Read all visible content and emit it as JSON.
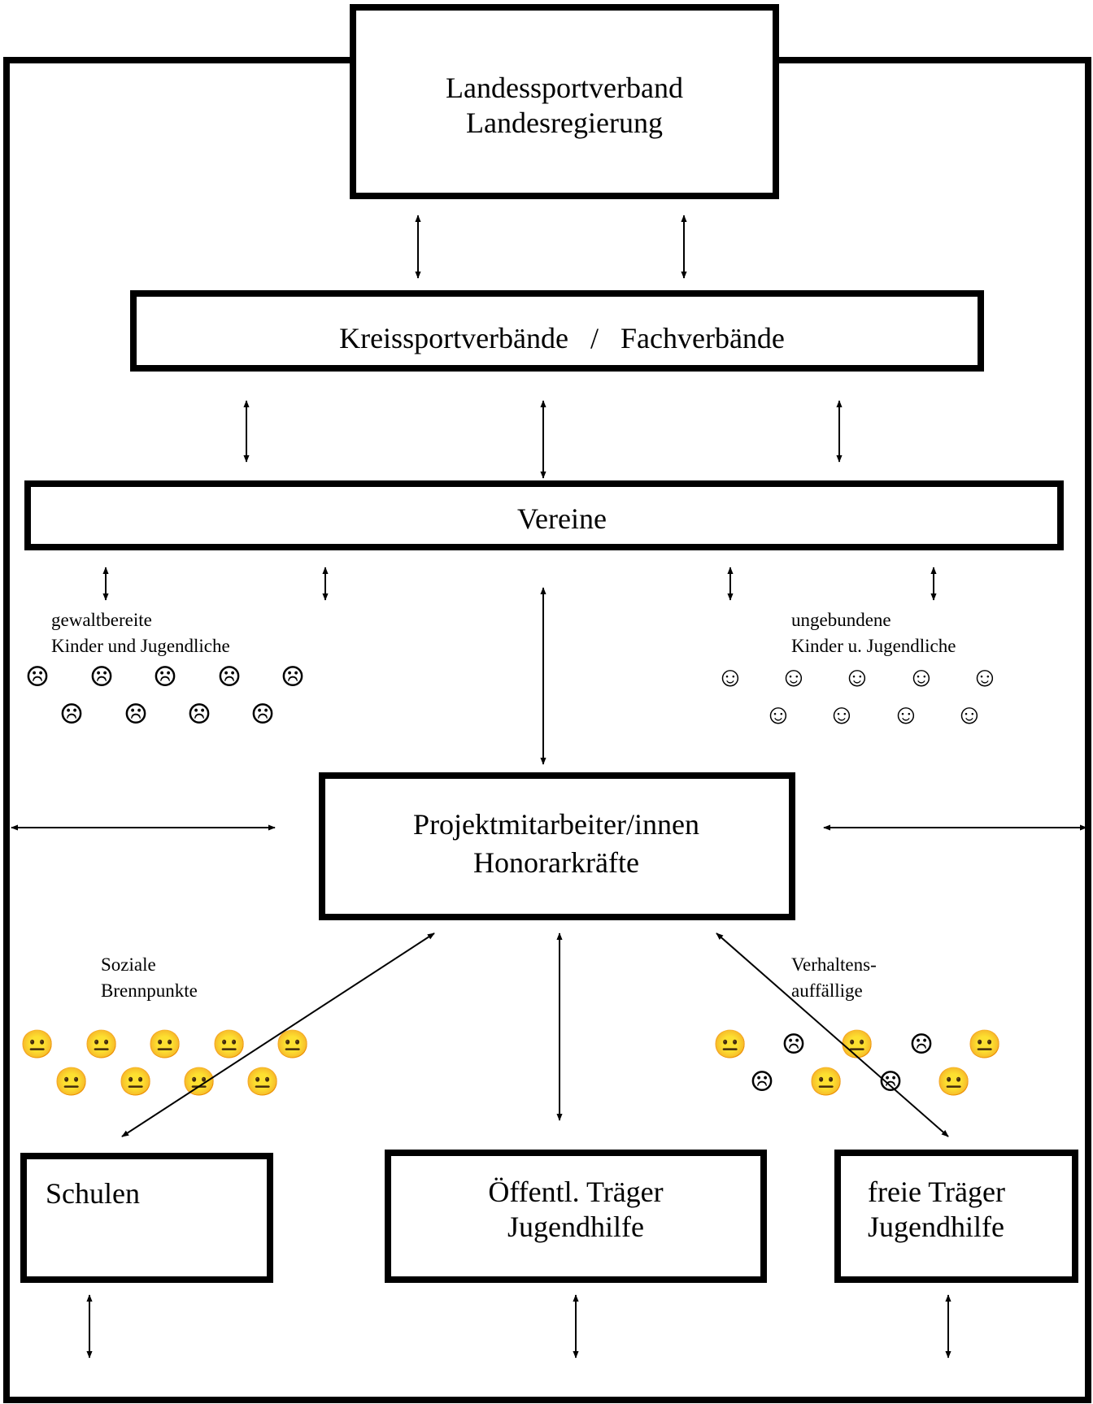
{
  "boxes": {
    "landessport": {
      "line1": "Landessportverband",
      "line2": "Landesregierung"
    },
    "kreis": {
      "label": "Kreissportverbände   /   Fachverbände"
    },
    "vereine": {
      "label": "Vereine"
    },
    "projekt": {
      "line1": "Projektmitarbeiter/innen",
      "line2": "Honorarkräfte"
    },
    "schulen": {
      "label": "Schulen"
    },
    "oeffentl": {
      "line1": "Öffentl. Träger",
      "line2": "Jugendhilfe"
    },
    "freie": {
      "line1": "freie Träger",
      "line2": "Jugendhilfe"
    }
  },
  "groups": {
    "gewalt": {
      "line1": "gewaltbereite",
      "line2": "Kinder und Jugendliche",
      "face": "☹"
    },
    "ungebunden": {
      "line1": "ungebundene",
      "line2": "Kinder u. Jugendliche",
      "face": "☺"
    },
    "sozial": {
      "line1": "Soziale",
      "line2": "Brennpunkte",
      "face": "😐"
    },
    "verhalten": {
      "line1": "Verhaltens-",
      "line2": "auffällige",
      "face_sad": "☹",
      "face_neutral": "😐"
    }
  }
}
